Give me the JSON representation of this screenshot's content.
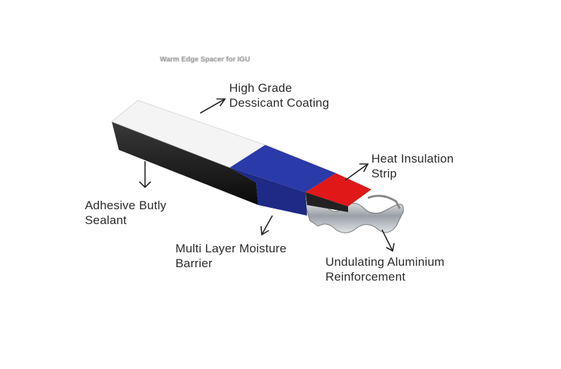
{
  "caption": "Warm Edge Spacer for IGU",
  "labels": {
    "desiccant": [
      "High Grade",
      "Dessicant Coating"
    ],
    "heat": [
      "Heat Insulation",
      "Strip"
    ],
    "adhesive": [
      "Adhesive Butly",
      "Sealant"
    ],
    "moisture": [
      "Multi Layer Moisture",
      "Barrier"
    ],
    "aluminium": [
      "Undulating Aluminium",
      "Reinforcement"
    ]
  },
  "colors": {
    "top": "#f4f4f4",
    "side": "#1a1a1a",
    "blue": "#2a3aa8",
    "red": "#e01818",
    "metal": "#b8bcc0"
  }
}
